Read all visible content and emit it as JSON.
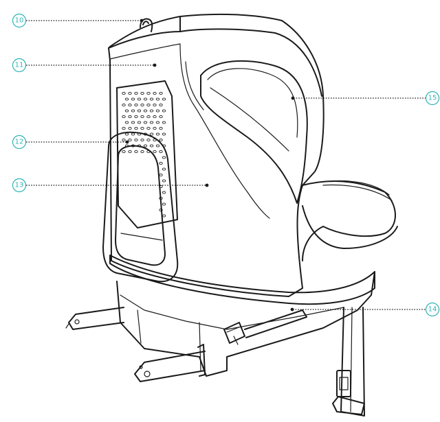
{
  "callouts": [
    {
      "number": "10"
    },
    {
      "number": "11"
    },
    {
      "number": "12"
    },
    {
      "number": "13"
    },
    {
      "number": "14"
    },
    {
      "number": "15"
    }
  ],
  "colors": {
    "line": "#1a1a1a",
    "callout": "#2fb3b3",
    "background": "#ffffff"
  }
}
